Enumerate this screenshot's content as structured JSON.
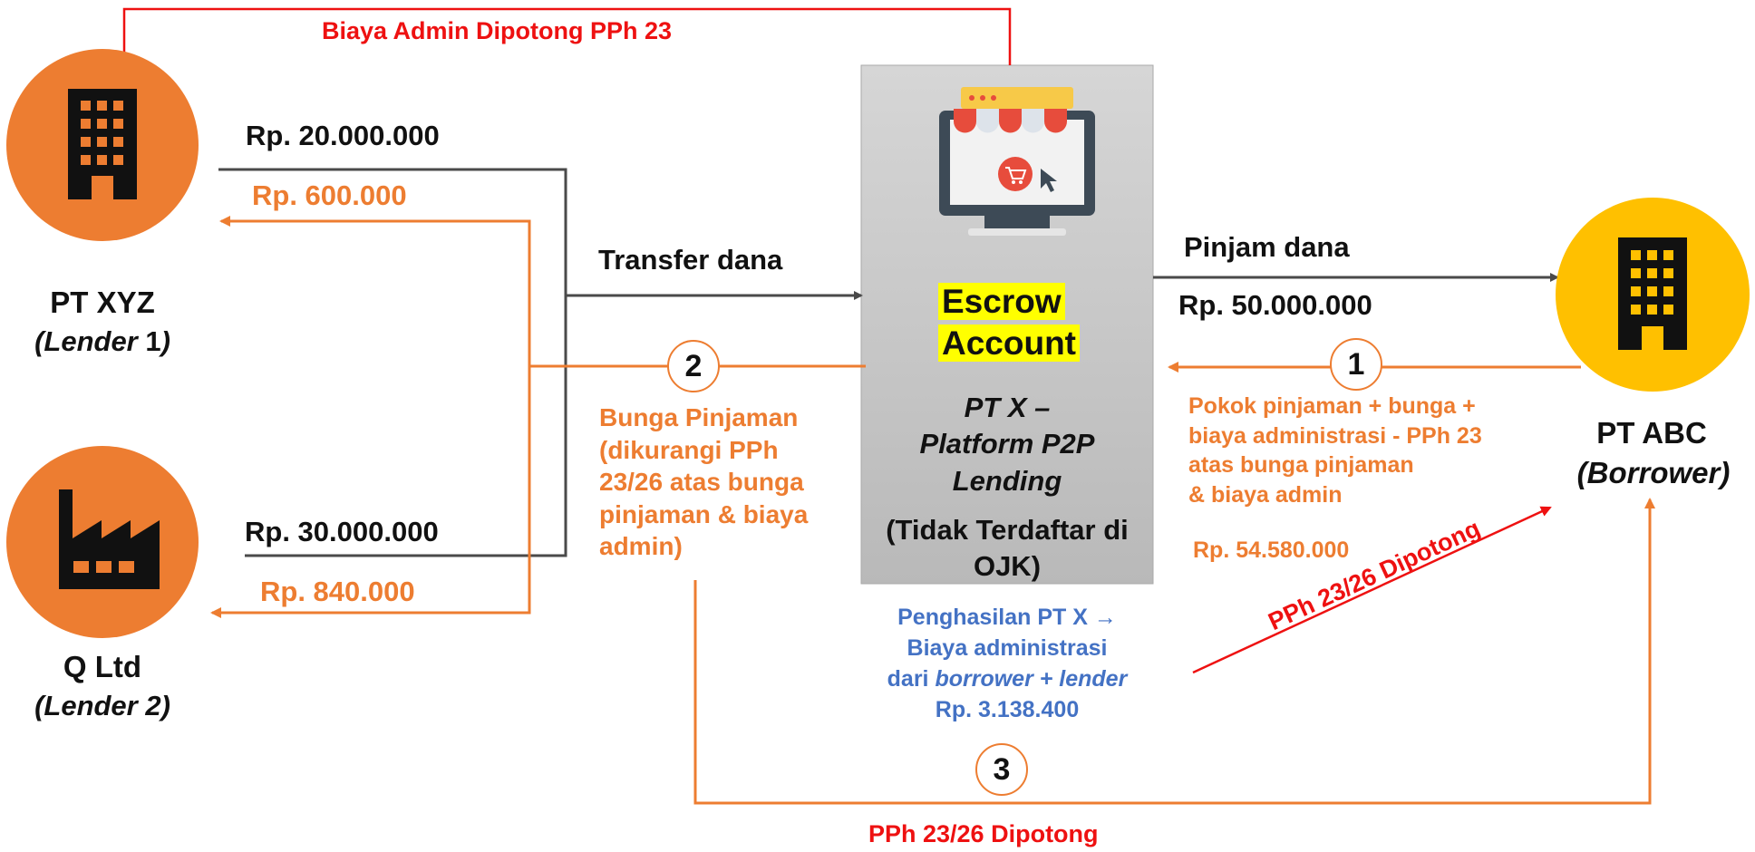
{
  "colors": {
    "orange": "#ed7d31",
    "yellow": "#ffc000",
    "red": "#ee1111",
    "blue": "#4472c4",
    "dark_line": "#4a4a4a",
    "platform_box": "#c8c8c8"
  },
  "top_label": "Biaya Admin Dipotong PPh 23",
  "bottom_label": "PPh 23/26 Dipotong",
  "diagonal_label": "PPh 23/26 Dipotong",
  "lender1": {
    "icon": "office-building-icon",
    "name": "PT XYZ",
    "role": "(Lender 1)",
    "role_open": "(",
    "role_italic": "Lender",
    "role_num": " 1",
    "role_close": ")",
    "amount_out": "Rp. 20.000.000",
    "amount_in": "Rp. 600.000"
  },
  "lender2": {
    "icon": "factory-icon",
    "name": "Q Ltd",
    "role": "(Lender 2)",
    "amount_out": "Rp. 30.000.000",
    "amount_in": "Rp. 840.000"
  },
  "borrower": {
    "icon": "office-building-icon",
    "name": "PT ABC",
    "role": "(Borrower)"
  },
  "transfer_label": "Transfer dana",
  "borrow_label": "Pinjam dana",
  "borrow_amount": "Rp. 50.000.000",
  "step1": {
    "number": "1",
    "lines": [
      "Pokok pinjaman + bunga +",
      "biaya administrasi  - PPh 23",
      "atas bunga pinjaman",
      "& biaya admin"
    ],
    "amount": "Rp. 54.580.000"
  },
  "step2": {
    "number": "2",
    "lines": [
      "Bunga Pinjaman",
      "(dikurangi PPh",
      "23/26 atas bunga",
      "pinjaman & biaya",
      "admin)"
    ]
  },
  "step3": {
    "number": "3"
  },
  "platform": {
    "icon": "online-shop-monitor-icon",
    "escrow_line1": "Escrow",
    "escrow_line2": "Account",
    "name_line1": "PT X –",
    "name_line2": "Platform P2P",
    "name_line3": "Lending",
    "status_line1": "(Tidak Terdaftar di",
    "status_line2": "OJK)"
  },
  "income": {
    "line1": "Penghasilan PT X →",
    "line2": "Biaya administrasi",
    "line3_prefix": "dari ",
    "line3_italic": "borrower + lender",
    "amount": "Rp. 3.138.400"
  }
}
